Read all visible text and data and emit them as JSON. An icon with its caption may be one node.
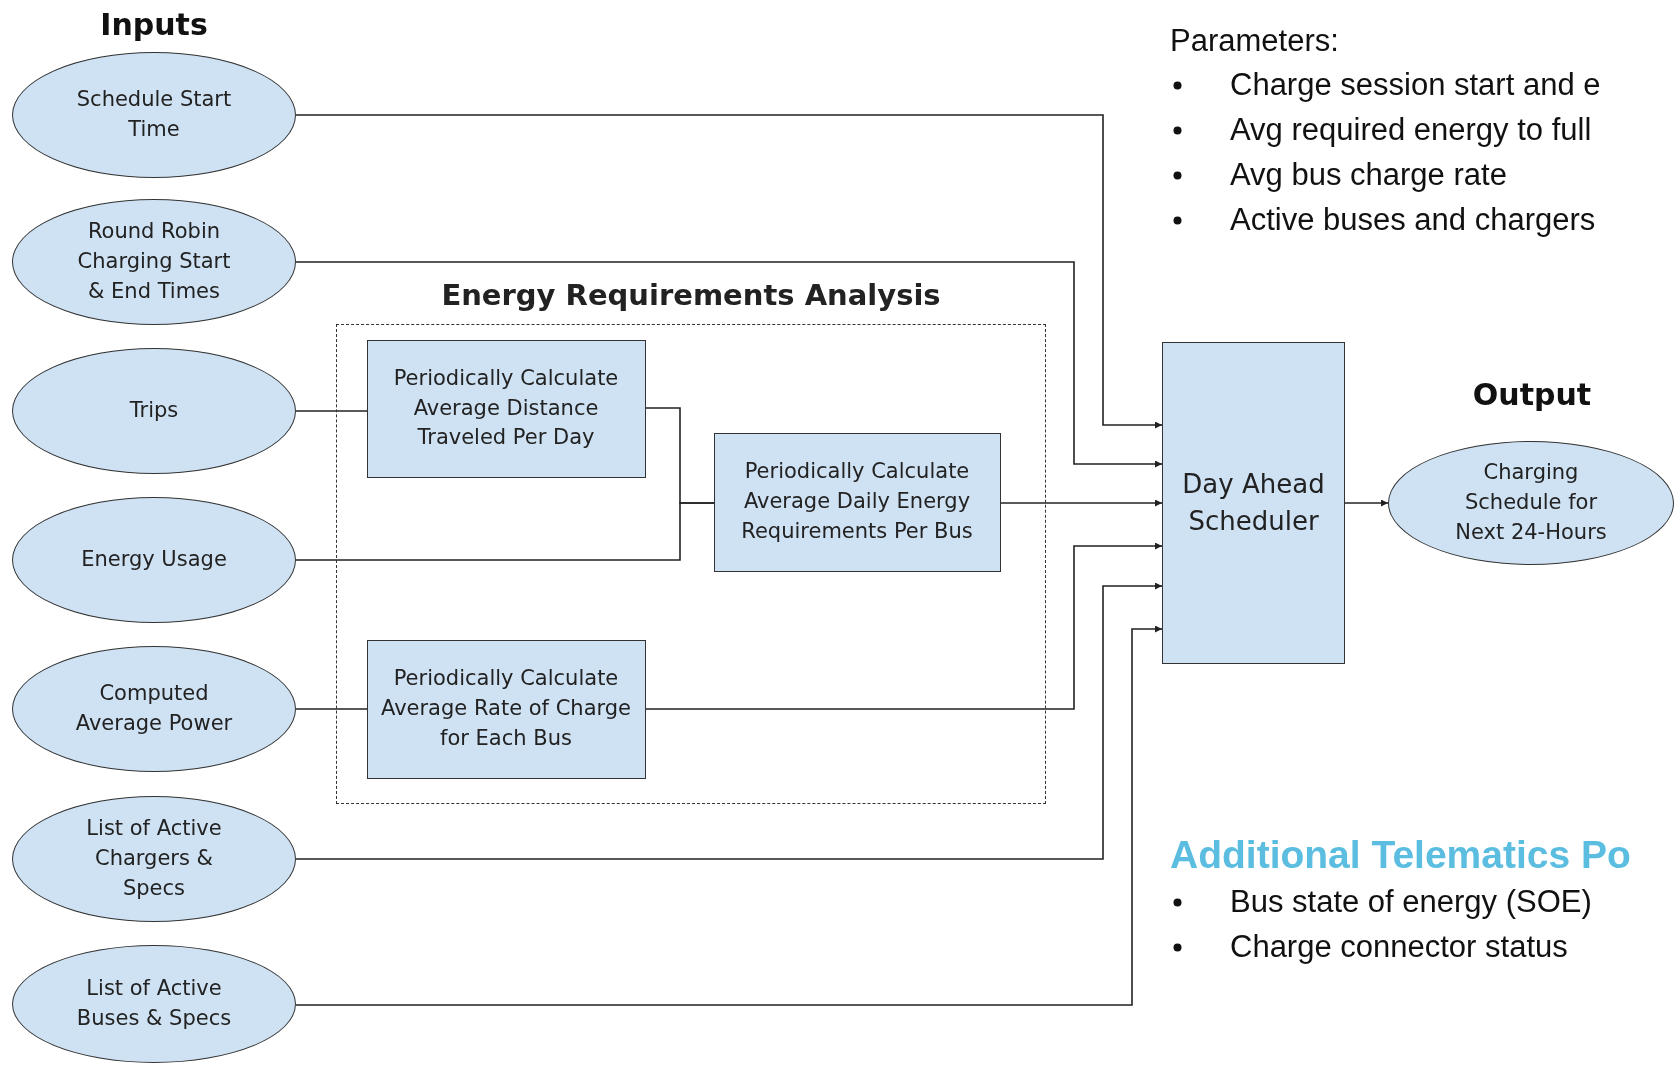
{
  "diagram": {
    "nodes": [
      {
        "text": [
          "Schedule Start Time"
        ]
      },
      {
        "text": [
          "Round Robin Charging Start & End Times"
        ]
      },
      {
        "text": [
          "Trips"
        ]
      },
      {
        "text": [
          "Energy Usage"
        ]
      },
      {
        "text": [
          "Computed Average Power"
        ]
      },
      {
        "text": [
          "List of Active Chargers & Specs"
        ]
      },
      {
        "text": [
          "List of Active Buses & Specs"
        ]
      },
      {
        "text": [
          "Energy Requirements Analysis"
        ]
      },
      {
        "text": [
          "Periodically Calculate Average Distance Traveled Per Day"
        ],
        "in": 7
      },
      {
        "text": [
          "Periodically Calculate Average Daily Energy Requirements Per Bus"
        ],
        "in": 7
      },
      {
        "text": [
          "Periodically Calculate Average Rate of Charge for Each Bus"
        ],
        "in": 7
      },
      {
        "text": [
          "Day Ahead Scheduler"
        ]
      },
      {
        "text": [
          "Charging Schedule for Next 24-Hours"
        ]
      }
    ],
    "edges": [
      {
        "from": 0,
        "to": 11,
        "arrow": "to"
      },
      {
        "from": 1,
        "to": 11,
        "arrow": "to"
      },
      {
        "from": 2,
        "to": 8,
        "arrow": "none"
      },
      {
        "from": 8,
        "to": 9,
        "arrow": "none"
      },
      {
        "from": 3,
        "to": 9,
        "arrow": "none"
      },
      {
        "from": 9,
        "to": 11,
        "arrow": "to"
      },
      {
        "from": 4,
        "to": 10,
        "arrow": "none"
      },
      {
        "from": 10,
        "to": 11,
        "arrow": "to"
      },
      {
        "from": 5,
        "to": 11,
        "arrow": "to"
      },
      {
        "from": 6,
        "to": 11,
        "arrow": "to"
      },
      {
        "from": 11,
        "to": 12,
        "arrow": "to"
      }
    ],
    "labels": [
      "Inputs",
      "Output",
      "Parameters:",
      "Charge session start and e",
      "Avg required energy to full",
      "Avg bus charge rate",
      "Active buses and chargers",
      "Additional Telematics Po",
      "Bus state of energy (SOE)",
      "Charge connector status"
    ]
  }
}
